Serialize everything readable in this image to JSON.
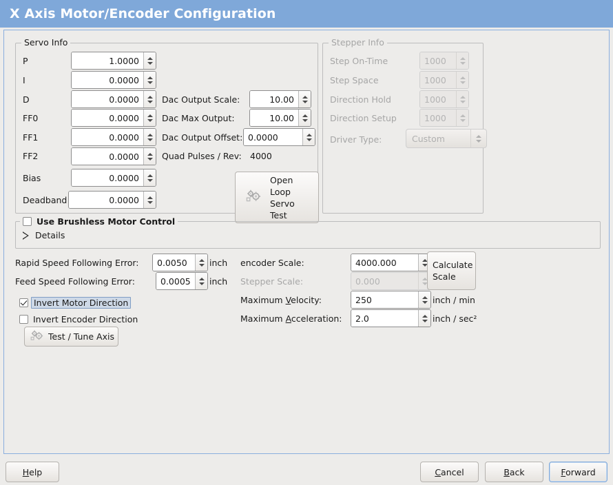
{
  "window": {
    "title": "X Axis Motor/Encoder Configuration",
    "accent_color": "#7fa8d9",
    "background_color": "#edecea"
  },
  "servo_info": {
    "legend": "Servo Info",
    "enabled": true,
    "fields": [
      {
        "label": "P",
        "value": "1.0000"
      },
      {
        "label": "I",
        "value": "0.0000"
      },
      {
        "label": "D",
        "value": "0.0000"
      },
      {
        "label": "FF0",
        "value": "0.0000"
      },
      {
        "label": "FF1",
        "value": "0.0000"
      },
      {
        "label": "FF2",
        "value": "0.0000"
      },
      {
        "label": "Bias",
        "value": "0.0000"
      },
      {
        "label": "Deadband",
        "value": "0.0000"
      }
    ],
    "dac": {
      "output_scale_label": "Dac Output Scale:",
      "output_scale_value": "10.00",
      "max_output_label": "Dac Max Output:",
      "max_output_value": "10.00",
      "output_offset_label": "Dac Output Offset:",
      "output_offset_value": "0.0000",
      "quad_pulses_label": "Quad Pulses / Rev:",
      "quad_pulses_value": "4000"
    },
    "open_loop_button": {
      "line1": "Open",
      "line2": "Loop",
      "line3": "Servo",
      "line4": "Test",
      "icon": "gears-icon"
    }
  },
  "stepper_info": {
    "legend": "Stepper Info",
    "enabled": false,
    "fields": [
      {
        "label": "Step On-Time",
        "value": "1000"
      },
      {
        "label": "Step Space",
        "value": "1000"
      },
      {
        "label": "Direction Hold",
        "value": "1000"
      },
      {
        "label": "Direction Setup",
        "value": "1000"
      }
    ],
    "driver_type_label": "Driver Type:",
    "driver_type_value": "Custom"
  },
  "brushless": {
    "checkbox_label": "Use Brushless Motor Control",
    "checked": false,
    "details_label": "Details",
    "details_expanded": false
  },
  "tuning": {
    "rapid_label": "Rapid Speed Following Error:",
    "rapid_value": "0.0050",
    "rapid_unit": "inch",
    "feed_label": "Feed Speed Following Error:",
    "feed_value": "0.0005",
    "feed_unit": "inch",
    "invert_motor_label": "Invert Motor Direction",
    "invert_motor_checked": true,
    "invert_motor_focused": true,
    "invert_encoder_label": "Invert Encoder Direction",
    "invert_encoder_checked": false,
    "test_tune_label": "Test / Tune Axis",
    "test_tune_icon": "gears-icon"
  },
  "scales": {
    "encoder_scale_label": "encoder Scale:",
    "encoder_scale_value": "4000.000",
    "stepper_scale_label": "Stepper Scale:",
    "stepper_scale_value": "0.000",
    "stepper_scale_enabled": false,
    "calculate_line1": "Calculate",
    "calculate_line2": "Scale",
    "max_velocity_label_pre": "Maximum ",
    "max_velocity_label_key": "V",
    "max_velocity_label_post": "elocity:",
    "max_velocity_value": "250",
    "max_velocity_unit": "inch / min",
    "max_accel_label_pre": "Maximum ",
    "max_accel_label_key": "A",
    "max_accel_label_post": "cceleration:",
    "max_accel_value": "2.0",
    "max_accel_unit": "inch / sec²"
  },
  "footer": {
    "help_pre": "",
    "help_key": "H",
    "help_post": "elp",
    "cancel_pre": "",
    "cancel_key": "C",
    "cancel_post": "ancel",
    "back_pre": "",
    "back_key": "B",
    "back_post": "ack",
    "forward_pre": "",
    "forward_key": "F",
    "forward_post": "orward",
    "focused_button": "forward"
  }
}
